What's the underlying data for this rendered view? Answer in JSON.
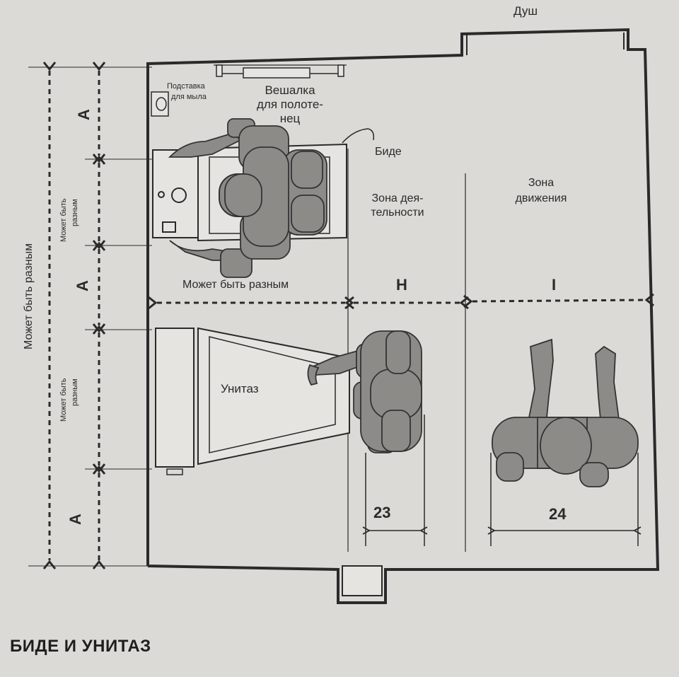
{
  "labels": {
    "shower": "Душ",
    "soap_holder_line1": "Подставка",
    "soap_holder_line2": "для мыла",
    "towel_line1": "Вешалка",
    "towel_line2": "для полоте-",
    "towel_line3": "нец",
    "bidet": "Биде",
    "activity_zone_line1": "Зона дея-",
    "activity_zone_line2": "тельности",
    "movement_zone_line1": "Зона",
    "movement_zone_line2": "движения",
    "may_vary_horizontal": "Может быть разным",
    "may_vary_outer": "Может быть разным",
    "may_vary_upper_line1": "Может быть",
    "may_vary_upper_line2": "разным",
    "may_vary_lower_line1": "Может быть",
    "may_vary_lower_line2": "разным",
    "toilet": "Унитаз",
    "dim_h": "H",
    "dim_i": "I",
    "dim_a_top": "A",
    "dim_a_mid": "A",
    "dim_a_bottom": "A",
    "dim_23": "23",
    "dim_24": "24"
  },
  "caption": "БИДЕ И УНИТАЗ",
  "colors": {
    "background": "#dcdad6",
    "line": "#2a2a2a",
    "figure_fill": "#8c8b88",
    "figure_stroke": "#333333",
    "fixture_fill": "#e6e4e0"
  }
}
